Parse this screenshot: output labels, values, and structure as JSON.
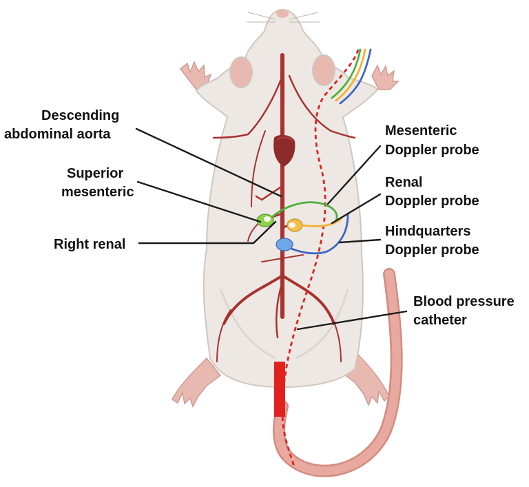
{
  "labels": {
    "descending_aorta": [
      "Descending",
      "abdominal aorta"
    ],
    "superior_mesenteric": [
      "Superior",
      "mesenteric"
    ],
    "right_renal": [
      "Right renal"
    ],
    "mesenteric_probe": [
      "Mesenteric",
      "Doppler probe"
    ],
    "renal_probe": [
      "Renal",
      "Doppler probe"
    ],
    "hindquarters_probe": [
      "Hindquarters",
      "Doppler probe"
    ],
    "bp_catheter": [
      "Blood pressure",
      "catheter"
    ]
  },
  "colors": {
    "body": "#ede8e4",
    "body_outline": "#cfc6bf",
    "skin_pink": "#e8b9b0",
    "tail": "#e3a59a",
    "artery": "#a8322f",
    "heart": "#8f2a2b",
    "catheter": "#e0211d",
    "probe_mesenteric": "#8fd04e",
    "probe_renal": "#f6bf4a",
    "probe_hindquarters": "#6fa8e6",
    "wire_green": "#4caf3c",
    "wire_orange": "#f2b233",
    "wire_blue": "#3e64c4"
  }
}
